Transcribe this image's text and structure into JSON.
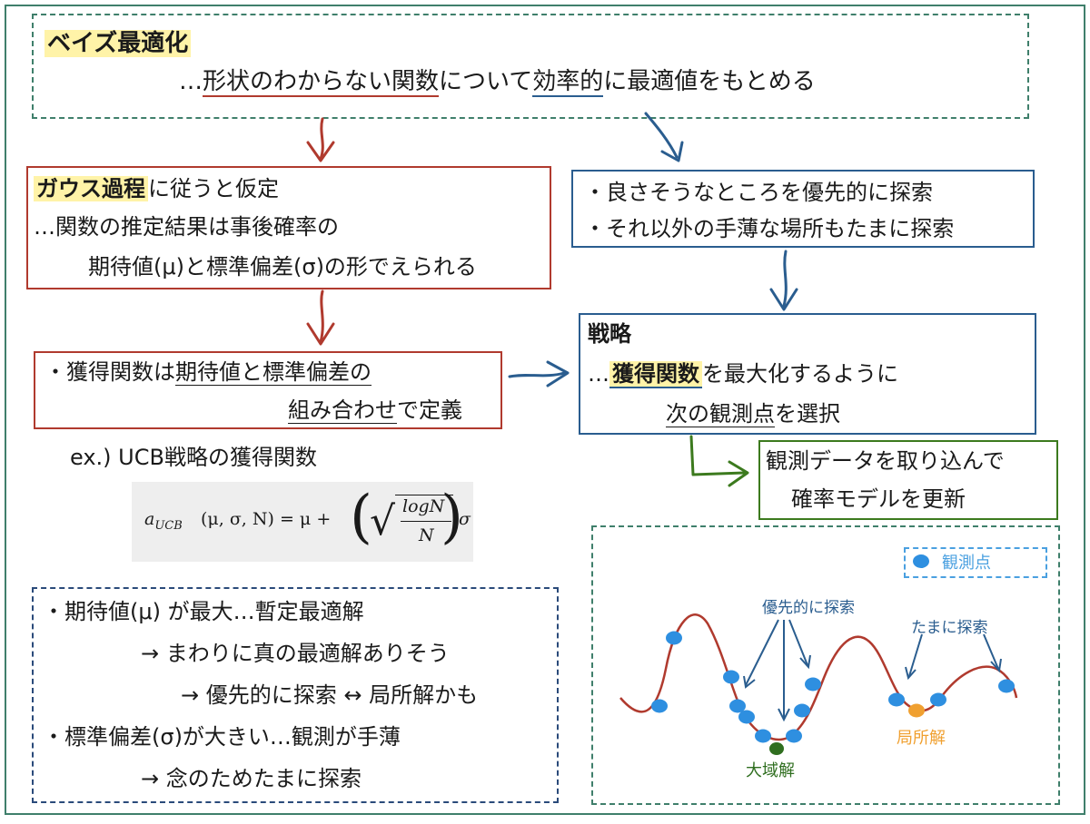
{
  "header": {
    "title": "ベイズ最適化",
    "subtitle_prefix": "…",
    "subtitle_part1": "形状のわからない関数",
    "subtitle_part2": "について",
    "subtitle_part3": "効率的",
    "subtitle_part4": "に最適値をもとめる"
  },
  "gp_box": {
    "hl": "ガウス過程",
    "line1_rest": "に従うと仮定",
    "line2": "…関数の推定結果は事後確率の",
    "line3": "期待値(μ)と標準偏差(σ)の形でえられる"
  },
  "explore_box": {
    "line1": "・良さそうなところを優先的に探索",
    "line2": "・それ以外の手薄な場所もたまに探索"
  },
  "acq_box": {
    "prefix": "・獲得関数は",
    "ul1": "期待値と標準偏差の",
    "ul2": "組み合わせ",
    "suffix": "で定義"
  },
  "strategy_box": {
    "title": "戦略",
    "prefix": "…",
    "hl": "獲得関数",
    "rest1": "を最大化するように",
    "ul": "次の観測点",
    "rest2": "を選択"
  },
  "update_box": {
    "line1": "観測データを取り込んで",
    "line2": "確率モデルを更新"
  },
  "example": {
    "label": "ex.) UCB戦略の獲得関数",
    "a": "a",
    "sub": "UCB",
    "args": "(μ, σ, N) = μ +",
    "num": "logN",
    "den": "N",
    "sigma": "σ"
  },
  "notes": {
    "line1": "・期待値(μ) が最大…暫定最適解",
    "line2": "→ まわりに真の最適解ありそう",
    "line3": "→ 優先的に探索 ↔ 局所解かも",
    "line4": "・標準偏差(σ)が大きい…観測が手薄",
    "line5": "→ 念のためたまに探索"
  },
  "plot": {
    "legend": "観測点",
    "label_priority": "優先的に探索",
    "label_occasional": "たまに探索",
    "label_global": "大域解",
    "label_local": "局所解",
    "colors": {
      "curve": "#b03a2e",
      "point": "#2e8fe0",
      "global": "#2f6e1f",
      "local": "#f0a030"
    }
  }
}
